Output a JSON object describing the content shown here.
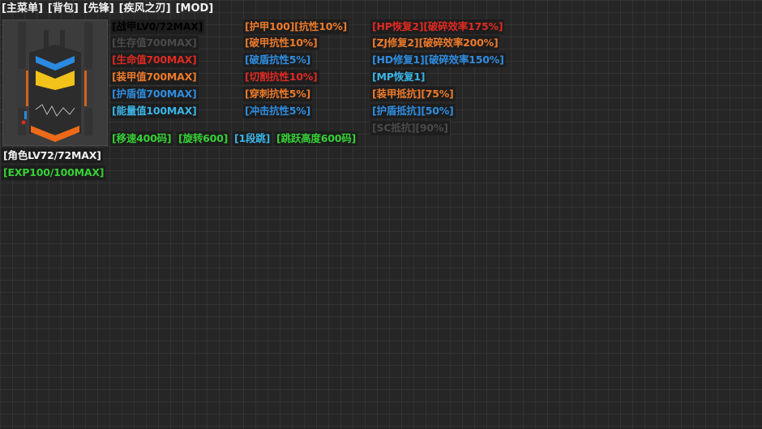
{
  "menu": {
    "items": [
      {
        "label": "[主菜单]"
      },
      {
        "label": "[背包]"
      },
      {
        "label": "[先锋]"
      },
      {
        "label": "[疾风之刃]"
      },
      {
        "label": "[MOD]"
      }
    ]
  },
  "portrait": {
    "icon": "mech-armor-icon",
    "colors": {
      "stripe_top": "#2a8ae0",
      "stripe_mid": "#f2c21a",
      "base": "#ee6a18"
    }
  },
  "character": {
    "level": "[角色LV72/72MAX]",
    "exp": "[EXP100/100MAX]"
  },
  "stats_col1": [
    {
      "text": "[战甲LV0/72MAX]",
      "color": "white"
    },
    {
      "text": "[生存值700MAX]",
      "color": "gray"
    },
    {
      "text": "[生命值700MAX]",
      "color": "red"
    },
    {
      "text": "[装甲值700MAX]",
      "color": "orange"
    },
    {
      "text": "[护盾值700MAX]",
      "color": "blue"
    },
    {
      "text": "[能量值100MAX]",
      "color": "cyan"
    }
  ],
  "stats_col2": [
    {
      "text": "[护甲100][抗性10%]",
      "color": "orange"
    },
    {
      "text": "[破甲抗性10%]",
      "color": "orange"
    },
    {
      "text": "[破盾抗性5%]",
      "color": "blue"
    },
    {
      "text": "[切割抗性10%]",
      "color": "red"
    },
    {
      "text": "[穿刺抗性5%]",
      "color": "orange"
    },
    {
      "text": "[冲击抗性5%]",
      "color": "blue"
    }
  ],
  "stats_col3": [
    {
      "text": "[HP恢复2][破碎效率175%]",
      "color": "red"
    },
    {
      "text": "[ZJ修复2][破碎效率200%]",
      "color": "orange"
    },
    {
      "text": "[HD修复1][破碎效率150%]",
      "color": "blue"
    },
    {
      "text": "[MP恢复1]",
      "color": "cyan"
    },
    {
      "text": "[装甲抵抗][75%]",
      "color": "orange"
    },
    {
      "text": "[护盾抵抗][50%]",
      "color": "blue"
    },
    {
      "text": "[SC抵抗][90%]",
      "color": "gray"
    }
  ],
  "movement": [
    {
      "text": "[移速400码]",
      "color": "green"
    },
    {
      "text": "[旋转600]",
      "color": "green"
    },
    {
      "text": "[1段跳]",
      "color": "cyan"
    },
    {
      "text": "[跳跃高度600码]",
      "color": "green"
    }
  ]
}
